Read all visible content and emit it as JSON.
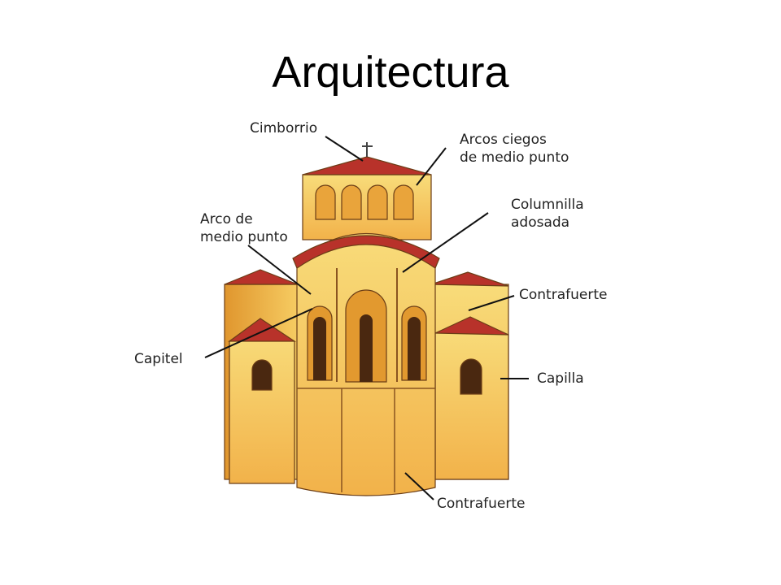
{
  "title": "Arquitectura",
  "labels": {
    "cimborrio": "Cimborrio",
    "arcos_ciegos_1": "Arcos ciegos",
    "arcos_ciegos_2": "de medio punto",
    "columnilla_1": "Columnilla",
    "columnilla_2": "adosada",
    "arco_medio_1": "Arco de",
    "arco_medio_2": "medio punto",
    "contrafuerte_right": "Contrafuerte",
    "capitel": "Capitel",
    "capilla": "Capilla",
    "contrafuerte_bottom": "Contrafuerte"
  },
  "colors": {
    "roof": "#b8322a",
    "wall_light": "#f7d26a",
    "wall_mid": "#f0b548",
    "wall_dark": "#d98a2c",
    "opening": "#4a2810"
  }
}
